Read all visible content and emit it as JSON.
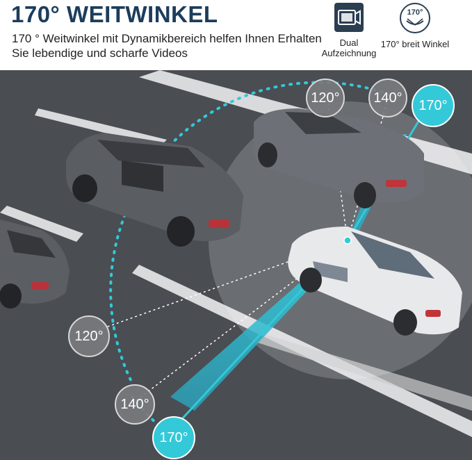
{
  "header": {
    "title": "170° WEITWINKEL",
    "subtitle": "170 ° Weitwinkel mit Dynamikbereich helfen Ihnen Erhalten Sie lebendige und scharfe Videos"
  },
  "features": [
    {
      "label": "Dual Aufzeichnung",
      "icon": "dual-camera-icon"
    },
    {
      "label": "170° breit Winkel",
      "icon": "wide-angle-icon",
      "icon_text": "170°"
    }
  ],
  "angles": {
    "top_120": "120°",
    "top_140": "140°",
    "top_170": "170°",
    "bottom_120": "120°",
    "bottom_140": "140°",
    "bottom_170": "170°"
  },
  "colors": {
    "title": "#1c3d5c",
    "accent_cyan": "#33c9d8",
    "road": "#4a4d52",
    "icon_dark": "#2b3e52"
  }
}
